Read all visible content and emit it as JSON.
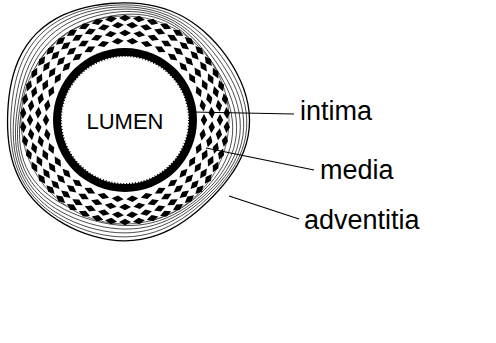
{
  "diagram": {
    "nodes": [
      {
        "text": [
          "LUMEN"
        ]
      }
    ],
    "labels": [
      "intima",
      "media",
      "adventitia"
    ]
  }
}
